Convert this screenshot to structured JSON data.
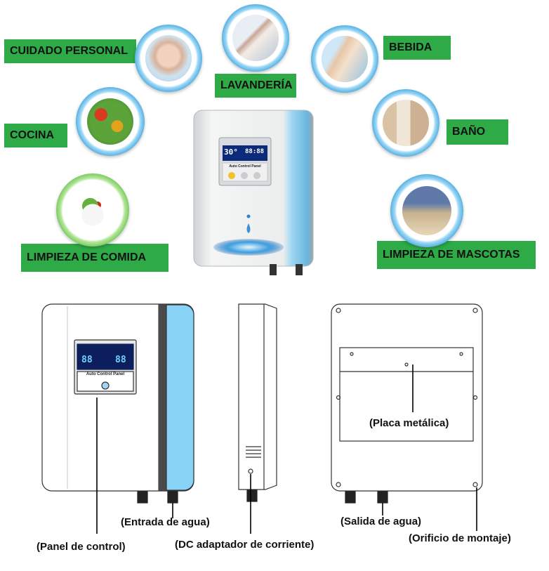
{
  "applications": {
    "personal_care": "CUIDADO PERSONAL",
    "laundry": "LAVANDERÍA",
    "drink": "BEBIDA",
    "kitchen": "COCINA",
    "bath": "BAÑO",
    "food_cleaning": "LIMPIEZA DE COMIDA",
    "pet_cleaning": "LIMPIEZA DE MASCOTAS"
  },
  "device": {
    "panel_title": "Auto Control Panel",
    "temp_display": "30°",
    "time_display": "88:88",
    "front_temp_display": "88",
    "front_time_display": "88"
  },
  "callouts": {
    "water_inlet": "(Entrada de agua)",
    "control_panel": "(Panel de control)",
    "dc_adapter": "(DC adaptador de corriente)",
    "metal_plate": "(Placa metálica)",
    "water_outlet": "(Salida de agua)",
    "mounting_hole": "(Orificio de montaje)"
  },
  "colors": {
    "label_green": "#2eaa47",
    "accent_blue": "#1d8fd6",
    "side_blue": "#87d2f5"
  }
}
